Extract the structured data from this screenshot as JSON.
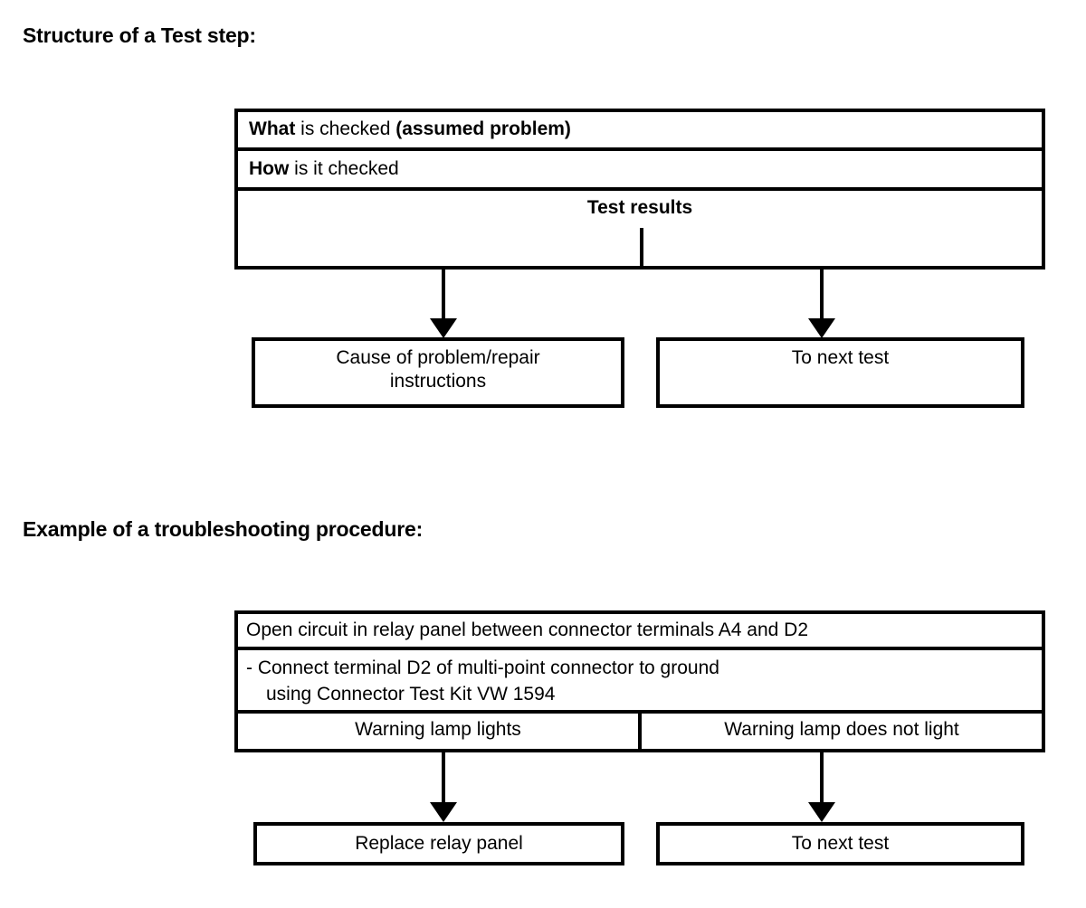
{
  "colors": {
    "ink": "#000000",
    "paper": "#ffffff"
  },
  "structure": {
    "heading": "Structure of a Test step:",
    "what_row": {
      "bold_lead": "What",
      "middle": " is checked ",
      "bold_tail": "(assumed problem)"
    },
    "how_row": {
      "bold_lead": "How",
      "rest": " is it checked"
    },
    "results_label": "Test results",
    "cause_box": {
      "line1": "Cause of problem/repair",
      "line2": "instructions"
    },
    "next_box_label": "To next test"
  },
  "example": {
    "heading": "Example of a troubleshooting procedure:",
    "problem_row": "Open circuit in relay panel between connector terminals A4 and D2",
    "procedure_row": {
      "line1": "- Connect terminal D2 of multi-point connector to ground",
      "line2": "using Connector Test Kit VW 1594"
    },
    "results_row": {
      "left": "Warning lamp lights",
      "right": "Warning lamp does not light"
    },
    "replace_box_label": "Replace relay panel",
    "next_box_label": "To next test"
  }
}
